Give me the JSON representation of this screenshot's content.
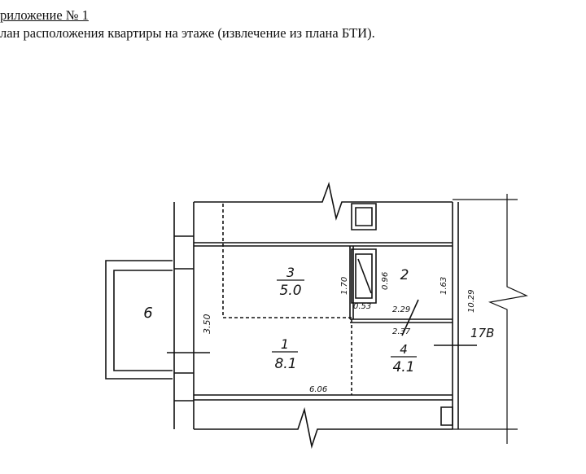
{
  "header": {
    "line1": "риложение № 1",
    "line2": "лан расположения квартиры на этаже (извлечение из плана БТИ)."
  },
  "plan": {
    "rooms": [
      {
        "number": "1",
        "area": "8.1"
      },
      {
        "number": "2",
        "area": ""
      },
      {
        "number": "3",
        "area": "5.0"
      },
      {
        "number": "4",
        "area": "4.1"
      },
      {
        "number": "6",
        "area": ""
      }
    ],
    "dimensions": {
      "room3_height": "1.70",
      "room2_duct": "0.96",
      "room2_height": "1.63",
      "duct_width": "0.53",
      "room2_width": "2.29",
      "room4_width": "2.37",
      "left_wall": "3.50",
      "overall_height": "10.29",
      "bottom_length": "6.06"
    },
    "section_code": "17В"
  }
}
